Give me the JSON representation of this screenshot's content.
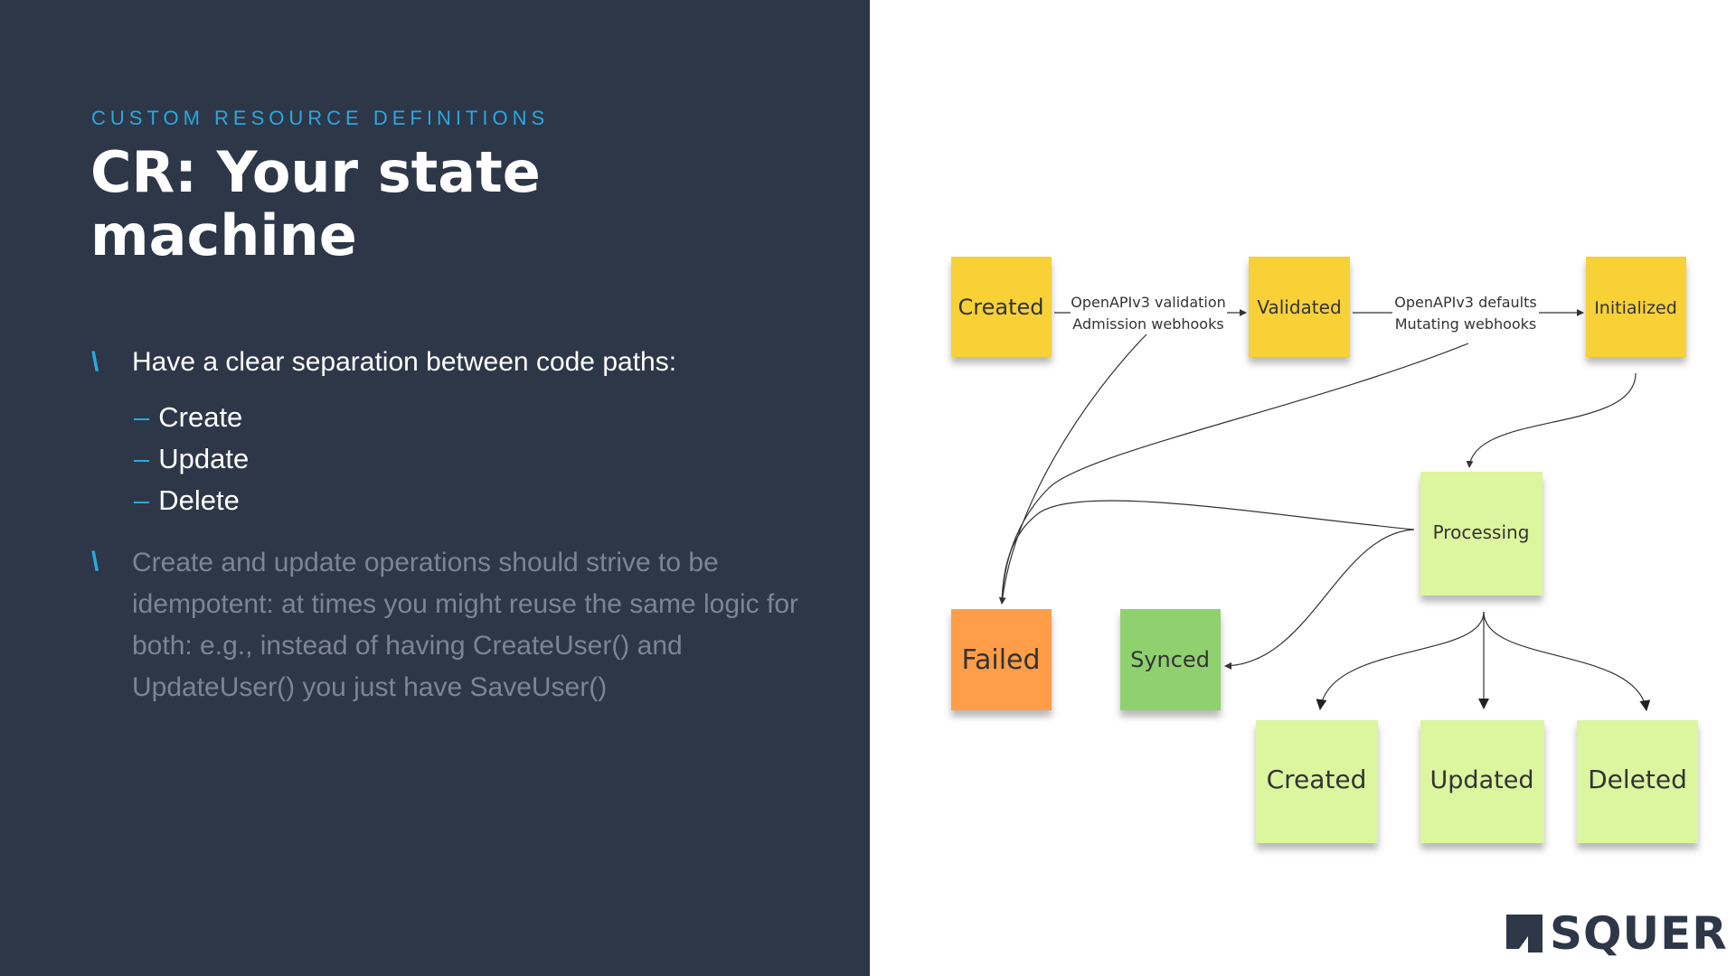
{
  "slide": {
    "eyebrow": "CUSTOM RESOURCE DEFINITIONS",
    "title": "CR: Your state machine",
    "bullet_marker": "\\",
    "bullets": [
      {
        "text": "Have a clear separation between code paths:",
        "sub_items": [
          "Create",
          "Update",
          "Delete"
        ]
      },
      {
        "text": "Create and update operations should strive to be idempotent: at times you might reuse the same logic for both: e.g., instead of having CreateUser() and UpdateUser() you just have SaveUser()"
      }
    ],
    "sub_dash": "–"
  },
  "diagram": {
    "nodes": [
      {
        "id": "created-top",
        "label": "Created",
        "color": "#f7d136"
      },
      {
        "id": "validated",
        "label": "Validated",
        "color": "#f7d136"
      },
      {
        "id": "initialized",
        "label": "Initialized",
        "color": "#f7d136"
      },
      {
        "id": "processing",
        "label": "Processing",
        "color": "#dcf59f"
      },
      {
        "id": "failed",
        "label": "Failed",
        "color": "#ff9d48"
      },
      {
        "id": "synced",
        "label": "Synced",
        "color": "#8fd16f"
      },
      {
        "id": "created-bottom",
        "label": "Created",
        "color": "#dcf59f"
      },
      {
        "id": "updated",
        "label": "Updated",
        "color": "#dcf59f"
      },
      {
        "id": "deleted",
        "label": "Deleted",
        "color": "#dcf59f"
      }
    ],
    "edge_labels": {
      "validation": [
        "OpenAPIv3 validation",
        "Admission webhooks"
      ],
      "defaults": [
        "OpenAPIv3 defaults",
        "Mutating webhooks"
      ]
    },
    "edges": [
      {
        "from": "created-top",
        "to": "validated",
        "label": "validation"
      },
      {
        "from": "validated",
        "to": "initialized",
        "label": "defaults"
      },
      {
        "from": "initialized",
        "to": "processing"
      },
      {
        "from": "created-top",
        "to": "failed"
      },
      {
        "from": "validated",
        "to": "failed"
      },
      {
        "from": "processing",
        "to": "failed"
      },
      {
        "from": "processing",
        "to": "synced"
      },
      {
        "from": "processing",
        "to": "created-bottom"
      },
      {
        "from": "processing",
        "to": "updated"
      },
      {
        "from": "processing",
        "to": "deleted"
      }
    ]
  },
  "logo": {
    "text": "SQUER",
    "color": "#2d3748"
  },
  "colors": {
    "accent": "#2aa8e0",
    "panel": "#2d3748",
    "muted_text": "#7d8593"
  }
}
